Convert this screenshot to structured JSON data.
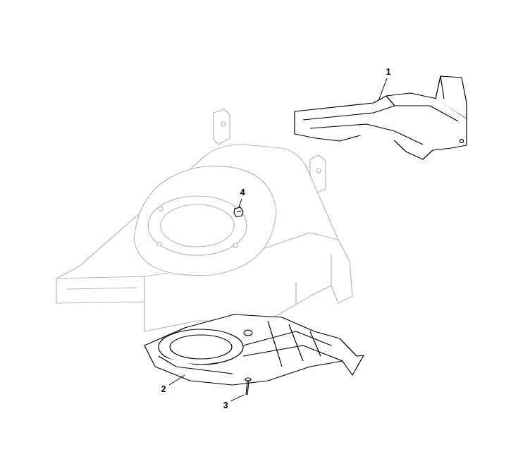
{
  "diagram": {
    "labels": [
      "1",
      "4",
      "2",
      "3"
    ]
  }
}
